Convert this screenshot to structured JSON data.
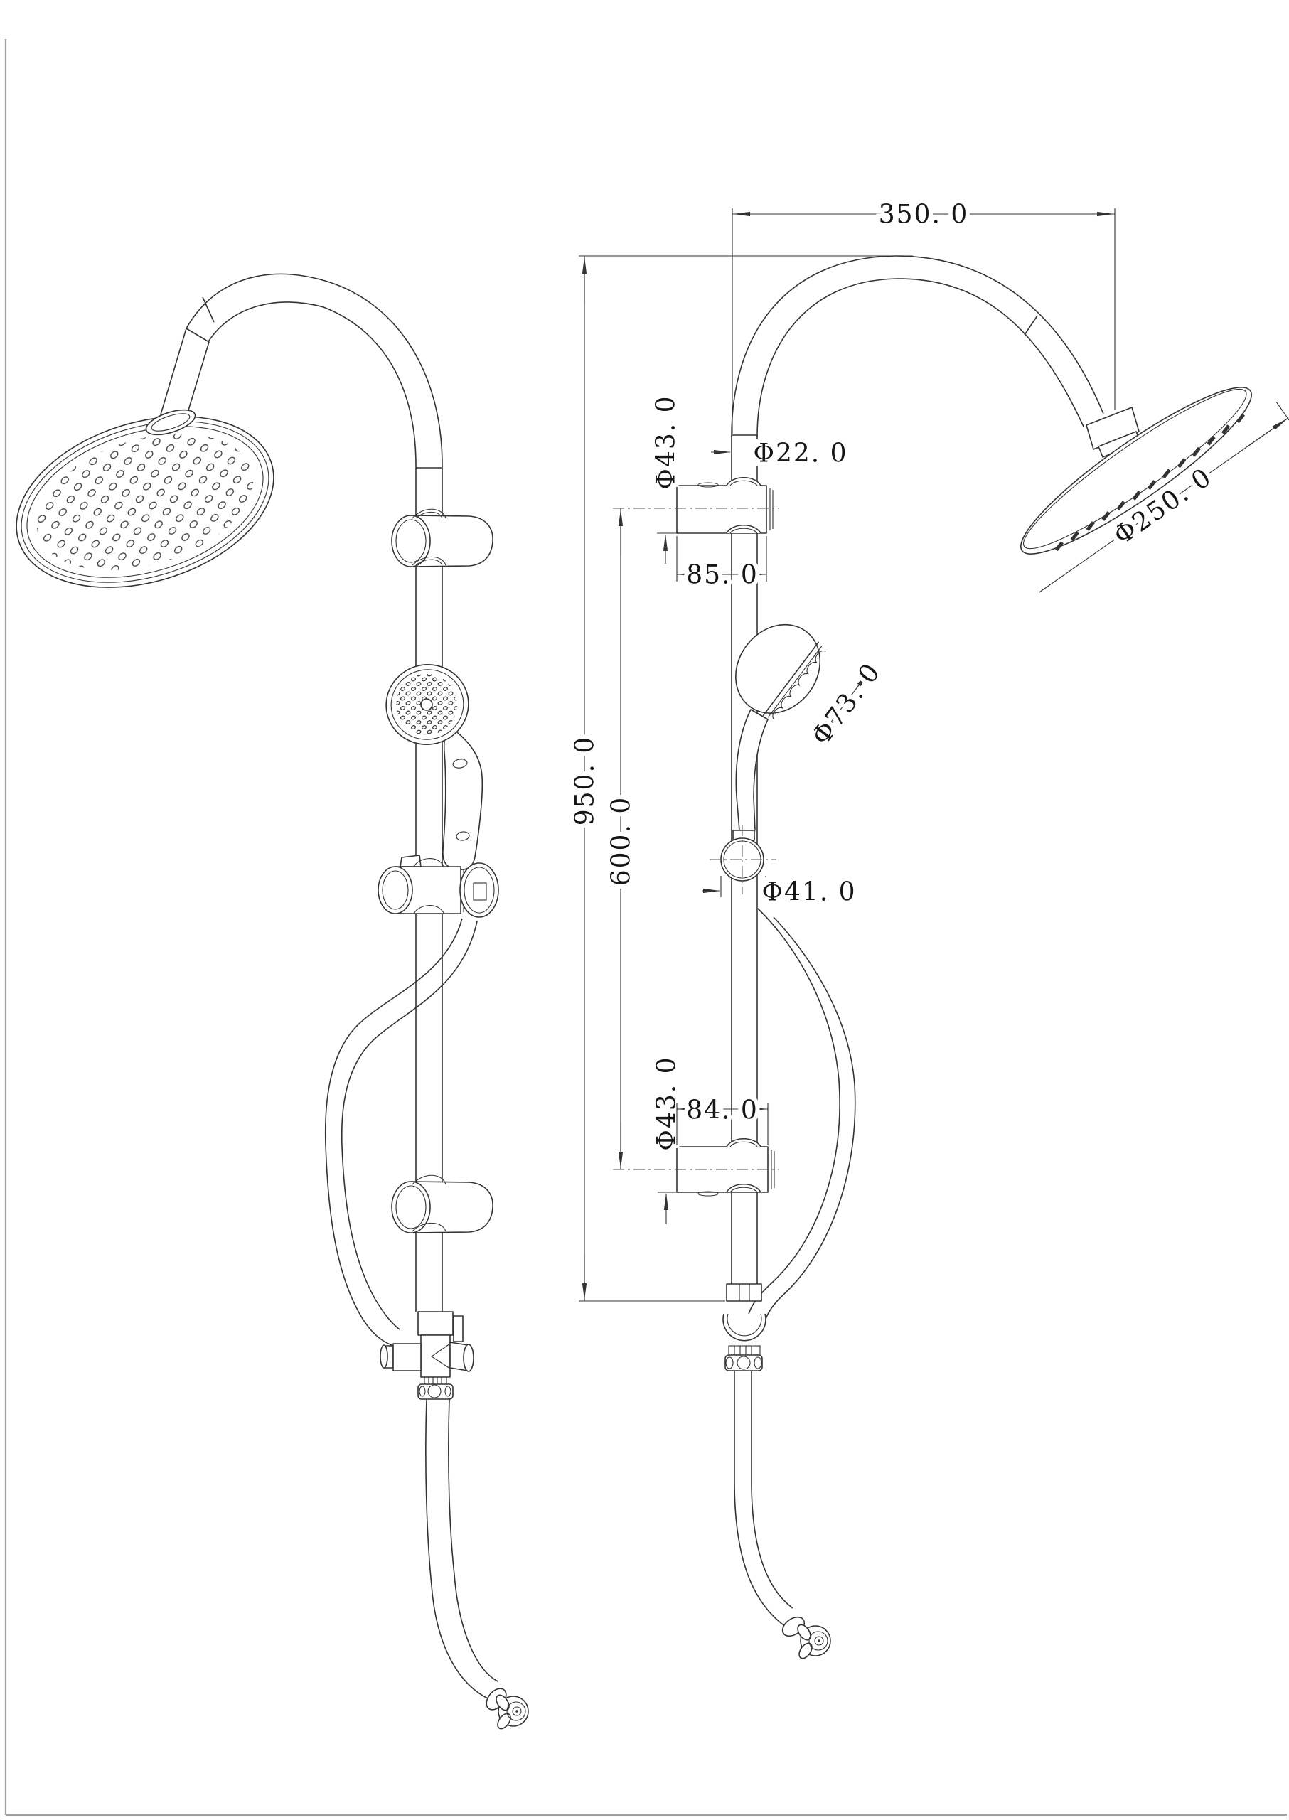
{
  "drawing": {
    "type": "technical-drawing",
    "subject": "shower column set, pictorial view (left) and dimensioned orthographic view (right)",
    "background": "#ffffff",
    "line_color": "#333333",
    "dimensions": {
      "top_offset": "350. 0",
      "rain_head_diameter": "Φ250. 0",
      "pipe_diameter": "Φ22. 0",
      "upper_bracket_diameter": "Φ43. 0",
      "upper_bracket_length": "85. 0",
      "overall_height": "950. 0",
      "bracket_spacing": "600. 0",
      "hand_shower_diameter": "Φ73. 0",
      "slider_knob_diameter": "Φ41. 0",
      "lower_bracket_diameter": "Φ43. 0",
      "lower_bracket_length": "84. 0"
    }
  }
}
